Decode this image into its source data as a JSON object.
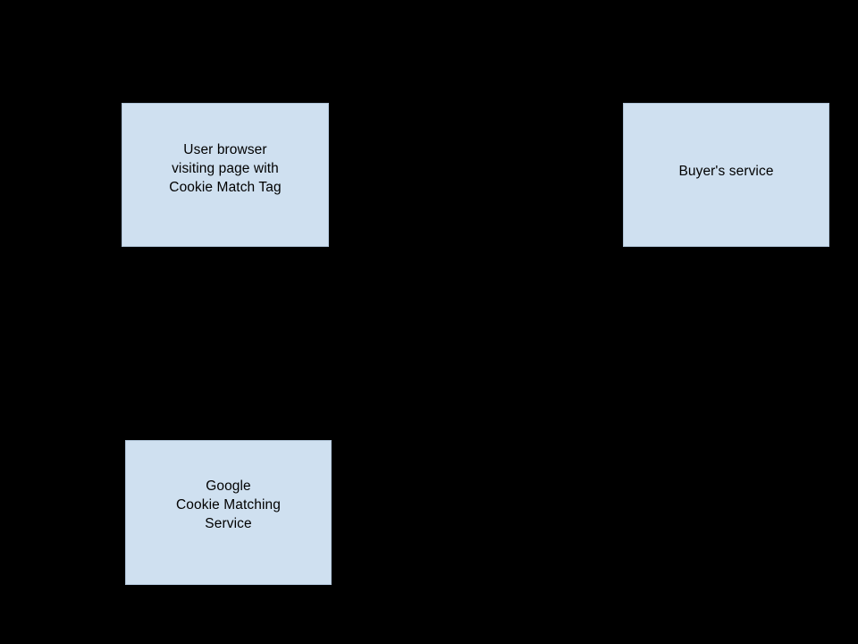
{
  "diagram": {
    "type": "flow-diagram",
    "background_color": "#000000",
    "node_fill_color": "#cfe0f0",
    "node_border_color": "#b0c4d8",
    "node_text_color": "#000000",
    "nodes": [
      {
        "id": "user-browser",
        "label": "User browser\nvisiting page with\nCookie Match Tag",
        "lines": [
          "User browser",
          "visiting page with",
          "Cookie Match Tag"
        ]
      },
      {
        "id": "buyers-service",
        "label": "Buyer's service",
        "lines": [
          "Buyer's service"
        ]
      },
      {
        "id": "google-cookie-matching",
        "label": "Google\nCookie Matching\nService",
        "lines": [
          "Google",
          "Cookie Matching",
          "Service"
        ]
      }
    ]
  }
}
